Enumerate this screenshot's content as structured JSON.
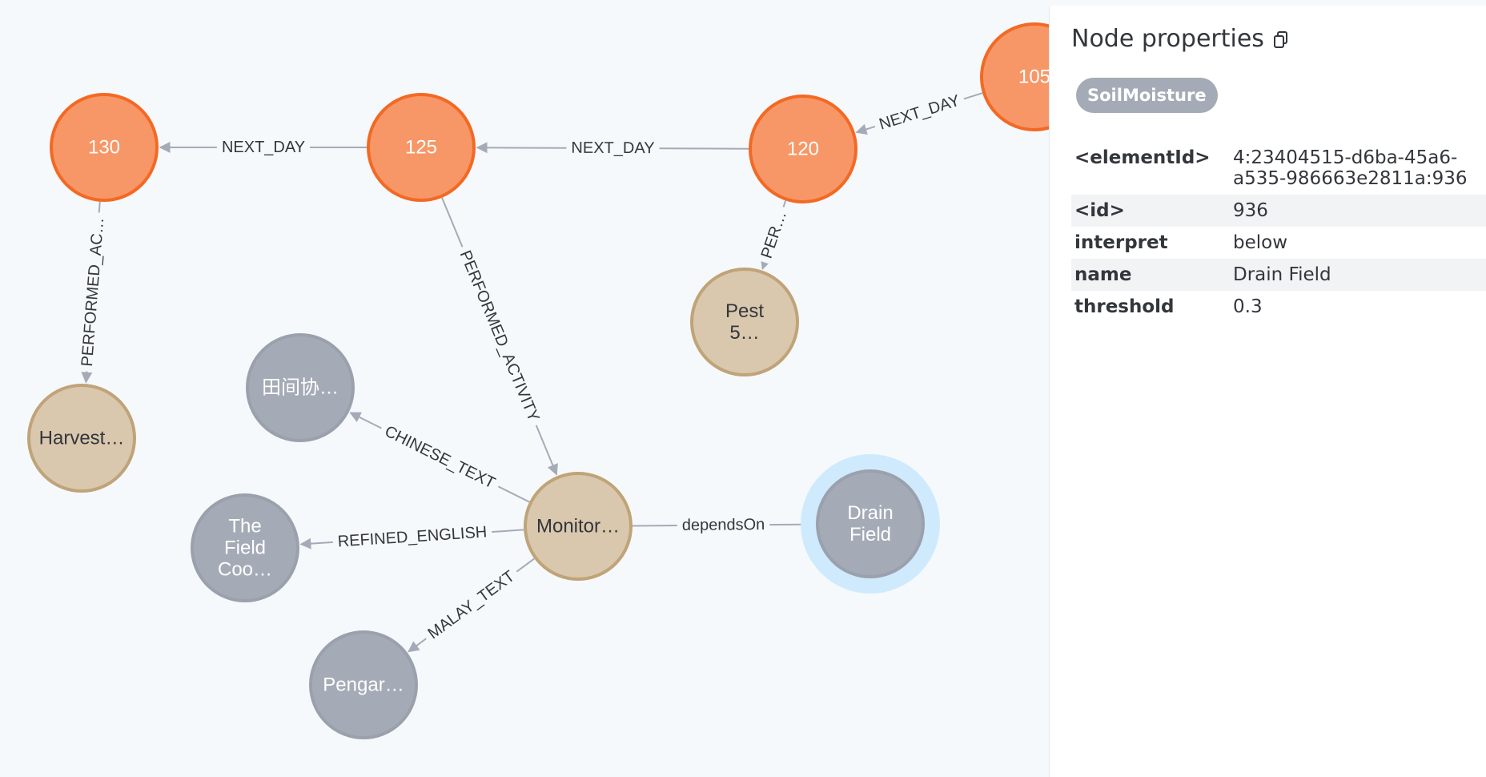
{
  "graph": {
    "nodes": [
      {
        "key": "n130",
        "label": "130",
        "kind": "orange"
      },
      {
        "key": "n125",
        "label": "125",
        "kind": "orange"
      },
      {
        "key": "n120",
        "label": "120",
        "kind": "orange"
      },
      {
        "key": "n105",
        "label": "105",
        "kind": "orange"
      },
      {
        "key": "harvest",
        "label": "Harvest…",
        "kind": "tan"
      },
      {
        "key": "pest",
        "label": "Pest\n5…",
        "kind": "tan"
      },
      {
        "key": "monitor",
        "label": "Monitor…",
        "kind": "tan"
      },
      {
        "key": "chinese",
        "label": "田间协…",
        "kind": "gray"
      },
      {
        "key": "field",
        "label": "The\nField\nCoo…",
        "kind": "gray"
      },
      {
        "key": "pengar",
        "label": "Pengar…",
        "kind": "gray"
      },
      {
        "key": "drain",
        "label": "Drain\nField",
        "kind": "gray",
        "selected": true
      }
    ],
    "edges": [
      {
        "from": "n125",
        "to": "n130",
        "label": "NEXT_DAY"
      },
      {
        "from": "n120",
        "to": "n125",
        "label": "NEXT_DAY"
      },
      {
        "from": "n105",
        "to": "n120",
        "label": "NEXT_DAY"
      },
      {
        "from": "n130",
        "to": "harvest",
        "label": "PERFORMED_AC…"
      },
      {
        "from": "n125",
        "to": "monitor",
        "label": "PERFORMED_ACTIVITY"
      },
      {
        "from": "n120",
        "to": "pest",
        "label": "PER…"
      },
      {
        "from": "monitor",
        "to": "chinese",
        "label": "CHINESE_TEXT"
      },
      {
        "from": "monitor",
        "to": "field",
        "label": "REFINED_ENGLISH"
      },
      {
        "from": "monitor",
        "to": "pengar",
        "label": "MALAY_TEXT"
      },
      {
        "from": "monitor",
        "to": "drain",
        "label": "dependsOn"
      }
    ]
  },
  "colors": {
    "orange_fill": "#f79767",
    "orange_stroke": "#f36924",
    "tan_fill": "#d9c8ae",
    "tan_stroke": "#c0a378",
    "gray_fill": "#a5abb6",
    "gray_stroke": "#9aa1ac",
    "selection_ring": "#cfeafd",
    "edge": "#a5abb6",
    "dark_text": "#33363b",
    "light_text": "#ffffff"
  },
  "panel": {
    "title": "Node properties",
    "copy_icon": "copy-icon",
    "label_chip": "SoilMoisture",
    "properties": [
      {
        "key": "<elementId>",
        "value": "4:23404515-d6ba-45a6-a535-986663e2811a:936"
      },
      {
        "key": "<id>",
        "value": "936"
      },
      {
        "key": "interpret",
        "value": "below"
      },
      {
        "key": "name",
        "value": "Drain Field"
      },
      {
        "key": "threshold",
        "value": "0.3"
      }
    ]
  }
}
